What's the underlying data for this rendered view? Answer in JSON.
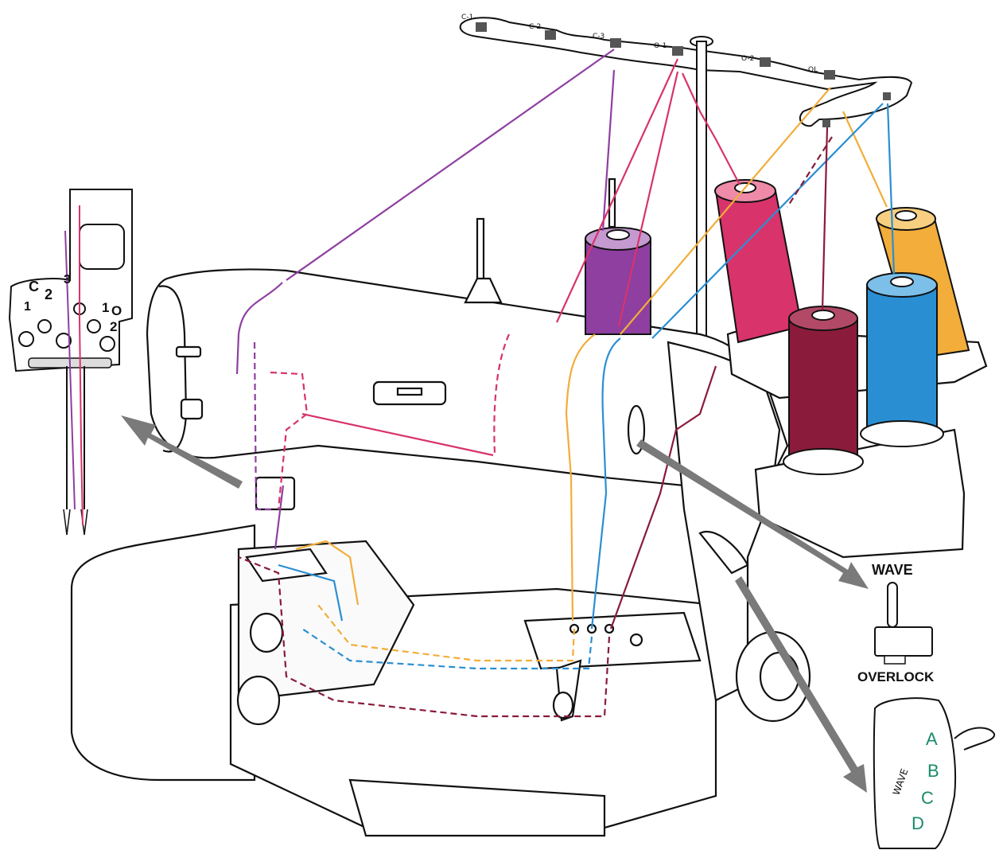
{
  "thread_guide": {
    "labels": [
      "C-1",
      "C-2",
      "C-3",
      "O-1",
      "O-2",
      "OL"
    ]
  },
  "needle_plate": {
    "labels": [
      "C",
      "2",
      "3",
      "1",
      "1",
      "O",
      "2"
    ]
  },
  "wave_switch": {
    "top_label": "WAVE",
    "bottom_label": "OVERLOCK"
  },
  "dial": {
    "positions": [
      "A",
      "B",
      "C",
      "D"
    ],
    "side_label": "WAVE"
  },
  "colors": {
    "purple": "#8e3fa0",
    "magenta": "#d8336b",
    "crimson": "#8a1b3a",
    "orange": "#f2ad3a",
    "blue": "#2a8fd2",
    "arrow": "#7a7a7a",
    "dial_text": "#1a8a6a"
  }
}
